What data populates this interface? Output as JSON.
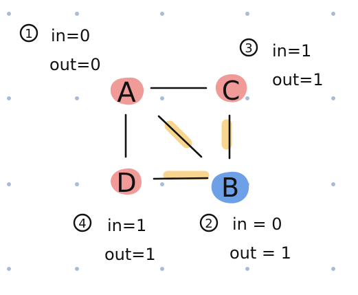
{
  "nodes": [
    {
      "id": "A",
      "label": "A",
      "color": "#f09b97",
      "order": "1",
      "in_label": "in=0",
      "out_label": "out=0"
    },
    {
      "id": "C",
      "label": "C",
      "color": "#f09b97",
      "order": "3",
      "in_label": "in=1",
      "out_label": "out=1"
    },
    {
      "id": "D",
      "label": "D",
      "color": "#f09b97",
      "order": "4",
      "in_label": "in=1",
      "out_label": "out=1"
    },
    {
      "id": "B",
      "label": "B",
      "color": "#6ea0e8",
      "order": "2",
      "in_label": "in = 0",
      "out_label": "out = 1"
    }
  ],
  "edges": [
    {
      "from": "A",
      "to": "C",
      "highlighted": false
    },
    {
      "from": "A",
      "to": "D",
      "highlighted": false
    },
    {
      "from": "A",
      "to": "B",
      "highlighted": true
    },
    {
      "from": "C",
      "to": "B",
      "highlighted": true
    },
    {
      "from": "D",
      "to": "B",
      "highlighted": true
    }
  ],
  "colors": {
    "highlight": "#f6c76a",
    "grid_dot": "#a9bcd6",
    "ink": "#111111"
  }
}
